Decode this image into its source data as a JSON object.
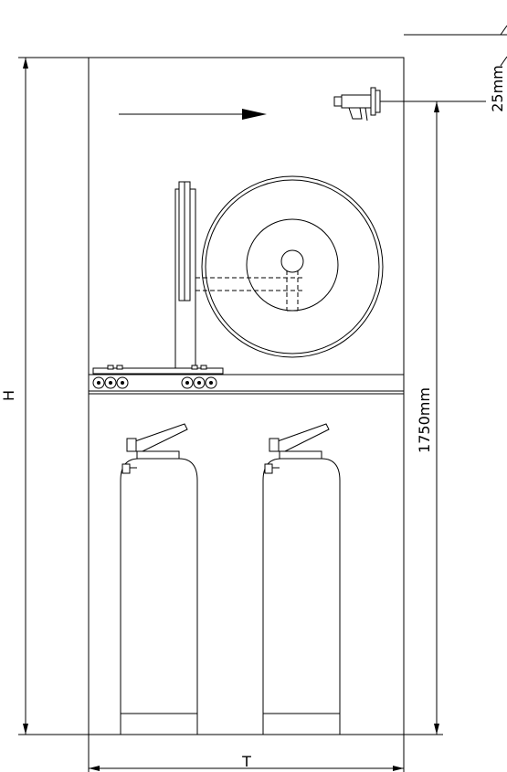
{
  "dimensions": {
    "height_label": "H",
    "depth_label": "T",
    "height_value_label": "1750mm",
    "offset_value_label": "25mm"
  },
  "colors": {
    "line": "#000000",
    "background": "#ffffff"
  },
  "icons": {
    "direction_arrow": "arrow-right-icon",
    "valve": "valve-icon",
    "hose_reel": "hose-reel-icon",
    "extinguisher": "fire-extinguisher-icon"
  }
}
